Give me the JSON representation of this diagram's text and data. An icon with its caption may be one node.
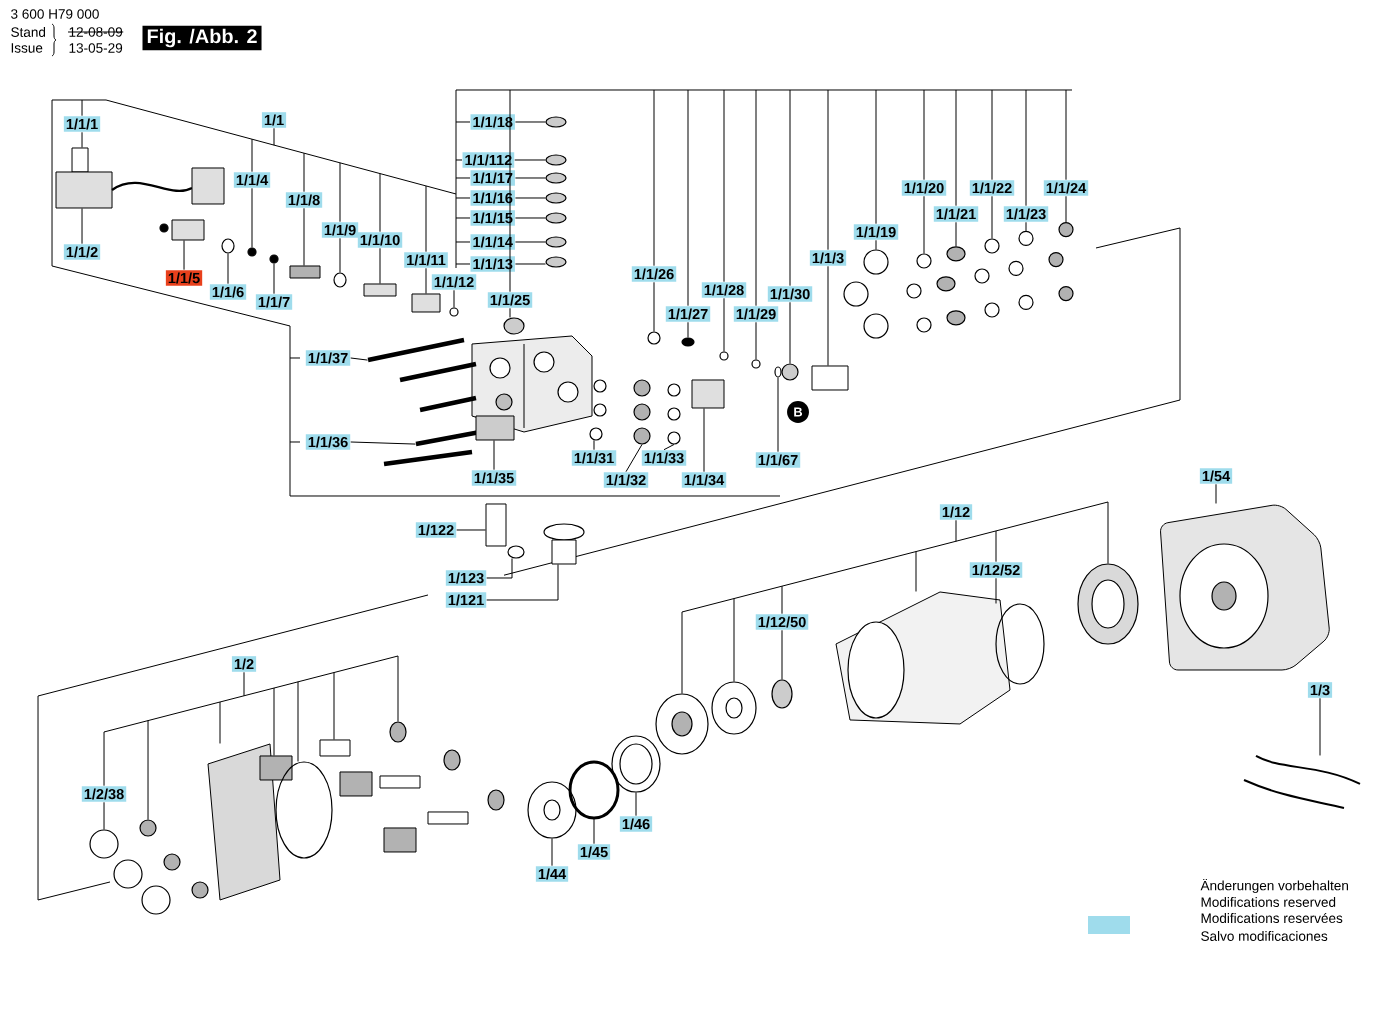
{
  "diagram": {
    "title": "Fig. /Abb. 2",
    "nodes": [
      {
        "text": [
          "1/1/1"
        ]
      },
      {
        "text": [
          "1/1"
        ]
      },
      {
        "text": [
          "1/1/4"
        ]
      },
      {
        "text": [
          "1/1/8"
        ]
      },
      {
        "text": [
          "1/1/9"
        ]
      },
      {
        "text": [
          "1/1/10"
        ]
      },
      {
        "text": [
          "1/1/11"
        ]
      },
      {
        "text": [
          "1/1/12"
        ]
      },
      {
        "text": [
          "1/1/2"
        ]
      },
      {
        "text": [
          "1/1/5"
        ]
      },
      {
        "text": [
          "1/1/6"
        ]
      },
      {
        "text": [
          "1/1/7"
        ]
      },
      {
        "text": [
          "1/1/18"
        ]
      },
      {
        "text": [
          "1/1/112"
        ]
      },
      {
        "text": [
          "1/1/17"
        ]
      },
      {
        "text": [
          "1/1/16"
        ]
      },
      {
        "text": [
          "1/1/15"
        ]
      },
      {
        "text": [
          "1/1/14"
        ]
      },
      {
        "text": [
          "1/1/13"
        ]
      },
      {
        "text": [
          "1/1/25"
        ]
      },
      {
        "text": [
          "1/1/26"
        ]
      },
      {
        "text": [
          "1/1/27"
        ]
      },
      {
        "text": [
          "1/1/28"
        ]
      },
      {
        "text": [
          "1/1/29"
        ]
      },
      {
        "text": [
          "1/1/30"
        ]
      },
      {
        "text": [
          "1/1/3"
        ]
      },
      {
        "text": [
          "1/1/19"
        ]
      },
      {
        "text": [
          "1/1/20"
        ]
      },
      {
        "text": [
          "1/1/21"
        ]
      },
      {
        "text": [
          "1/1/22"
        ]
      },
      {
        "text": [
          "1/1/23"
        ]
      },
      {
        "text": [
          "1/1/24"
        ]
      },
      {
        "text": [
          "1/1/37"
        ]
      },
      {
        "text": [
          "1/1/36"
        ]
      },
      {
        "text": [
          "1/1/35"
        ]
      },
      {
        "text": [
          "1/1/31"
        ]
      },
      {
        "text": [
          "1/1/32"
        ]
      },
      {
        "text": [
          "1/1/33"
        ]
      },
      {
        "text": [
          "1/1/34"
        ]
      },
      {
        "text": [
          "1/1/67"
        ]
      },
      {
        "text": [
          "1/122"
        ]
      },
      {
        "text": [
          "1/123"
        ]
      },
      {
        "text": [
          "1/121"
        ]
      },
      {
        "text": [
          "1/2"
        ]
      },
      {
        "text": [
          "1/2/38"
        ]
      },
      {
        "text": [
          "1/44"
        ]
      },
      {
        "text": [
          "1/45"
        ]
      },
      {
        "text": [
          "1/46"
        ]
      },
      {
        "text": [
          "1/12"
        ]
      },
      {
        "text": [
          "1/12/50"
        ]
      },
      {
        "text": [
          "1/12/52"
        ]
      },
      {
        "text": [
          "1/54"
        ]
      },
      {
        "text": [
          "1/3"
        ]
      },
      {
        "text": [],
        "shape": "picture"
      },
      {
        "text": [],
        "shape": "circle"
      },
      {
        "text": [],
        "shape": "box"
      },
      {
        "text": [],
        "shape": "circle"
      },
      {
        "text": [],
        "shape": "box"
      },
      {
        "text": [],
        "shape": "box"
      },
      {
        "text": [],
        "shape": "circle"
      },
      {
        "text": [],
        "shape": "box"
      },
      {
        "text": [],
        "shape": "circle"
      },
      {
        "text": [],
        "shape": "circle"
      },
      {
        "text": [],
        "shape": "circle"
      },
      {
        "text": [],
        "shape": "circle"
      },
      {
        "text": [],
        "shape": "circle"
      },
      {
        "text": [],
        "shape": "circle"
      },
      {
        "text": [],
        "shape": "circle"
      },
      {
        "text": [],
        "shape": "circle"
      },
      {
        "text": [],
        "shape": "circle"
      },
      {
        "text": [],
        "shape": "circle"
      },
      {
        "text": [],
        "shape": "circle"
      },
      {
        "text": [],
        "shape": "circle"
      },
      {
        "text": [],
        "shape": "circle"
      },
      {
        "text": [],
        "shape": "circle"
      },
      {
        "text": [],
        "shape": "circle"
      },
      {
        "text": [],
        "shape": "box"
      },
      {
        "text": [],
        "shape": "circle"
      },
      {
        "text": [],
        "shape": "circle"
      },
      {
        "text": [],
        "shape": "circle"
      },
      {
        "text": [],
        "shape": "circle"
      },
      {
        "text": [],
        "shape": "circle"
      },
      {
        "text": [],
        "shape": "circle"
      },
      {
        "text": [],
        "shape": "bar"
      },
      {
        "text": [],
        "shape": "bar"
      },
      {
        "text": [],
        "shape": "box"
      },
      {
        "text": [],
        "shape": "circle"
      },
      {
        "text": [],
        "shape": "circle"
      },
      {
        "text": [],
        "shape": "circle"
      },
      {
        "text": [],
        "shape": "box"
      },
      {
        "text": [],
        "shape": "circle"
      },
      {
        "text": [],
        "shape": "box"
      },
      {
        "text": [],
        "shape": "circle"
      },
      {
        "text": [],
        "shape": "picture"
      },
      {
        "text": [],
        "shape": "circle"
      },
      {
        "text": [],
        "shape": "picture"
      },
      {
        "text": [],
        "shape": "box"
      },
      {
        "text": [],
        "shape": "circle"
      },
      {
        "text": [],
        "shape": "box"
      },
      {
        "text": [],
        "shape": "circle"
      },
      {
        "text": [],
        "shape": "circle"
      },
      {
        "text": [],
        "shape": "picture"
      },
      {
        "text": [],
        "shape": "circle"
      },
      {
        "text": [],
        "shape": "picture"
      },
      {
        "text": [],
        "shape": "picture"
      },
      {
        "text": [],
        "shape": "picture"
      },
      {
        "text": [],
        "shape": "picture"
      },
      {
        "text": [],
        "shape": "picture"
      },
      {
        "text": [],
        "shape": "circle"
      },
      {
        "text": [],
        "shape": "circle"
      },
      {
        "text": [],
        "shape": "picture"
      },
      {
        "text": [],
        "shape": "picture"
      },
      {
        "text": [],
        "shape": "circle"
      },
      {
        "text": [],
        "shape": "picture"
      },
      {
        "text": [],
        "shape": "circle"
      },
      {
        "text": [],
        "shape": "circle"
      },
      {
        "text": [],
        "shape": "circle"
      },
      {
        "text": [],
        "shape": "circle"
      },
      {
        "text": [],
        "shape": "circle"
      },
      {
        "text": [],
        "shape": "circle"
      },
      {
        "text": [],
        "shape": "bar"
      },
      {
        "text": [],
        "shape": "bar"
      },
      {
        "text": [],
        "shape": "bar"
      },
      {
        "text": [],
        "shape": "circle"
      },
      {
        "text": [],
        "shape": "circle"
      },
      {
        "text": [],
        "shape": "circle"
      },
      {
        "text": [],
        "shape": "circle"
      },
      {
        "text": [],
        "shape": "circle"
      },
      {
        "text": [],
        "shape": "circle"
      },
      {
        "text": [],
        "shape": "circle"
      },
      {
        "text": [],
        "shape": "circle"
      },
      {
        "text": [],
        "shape": "circle"
      },
      {
        "text": [],
        "shape": "circle"
      },
      {
        "text": [],
        "shape": "circle"
      },
      {
        "text": [],
        "shape": "circle"
      },
      {
        "text": [],
        "shape": "circle"
      },
      {
        "text": [],
        "shape": "circle"
      },
      {
        "text": [],
        "shape": "circle"
      },
      {
        "text": [],
        "shape": "circle"
      },
      {
        "text": [],
        "shape": "box"
      },
      {
        "text": [],
        "shape": "box"
      },
      {
        "text": [],
        "shape": "box"
      },
      {
        "text": [],
        "shape": "box"
      },
      {
        "text": [],
        "shape": "circle"
      },
      {
        "text": [],
        "shape": "circle"
      }
    ],
    "edges": [
      {
        "from": 0,
        "to": 53,
        "arrow": "none"
      },
      {
        "from": 1,
        "to": null,
        "arrow": "none"
      },
      {
        "from": 2,
        "to": 54,
        "arrow": "none"
      },
      {
        "from": 3,
        "to": 55,
        "arrow": "none"
      },
      {
        "from": 4,
        "to": 56,
        "arrow": "none"
      },
      {
        "from": 5,
        "to": 57,
        "arrow": "none"
      },
      {
        "from": 6,
        "to": 58,
        "arrow": "none"
      },
      {
        "from": 7,
        "to": 59,
        "arrow": "none"
      },
      {
        "from": 8,
        "to": 53,
        "arrow": "none"
      },
      {
        "from": 9,
        "to": 60,
        "arrow": "none"
      },
      {
        "from": 10,
        "to": 61,
        "arrow": "none"
      },
      {
        "from": 11,
        "to": 62,
        "arrow": "none"
      },
      {
        "from": 12,
        "to": 63,
        "arrow": "none"
      },
      {
        "from": 13,
        "to": 64,
        "arrow": "none"
      },
      {
        "from": 14,
        "to": 65,
        "arrow": "none"
      },
      {
        "from": 15,
        "to": 66,
        "arrow": "none"
      },
      {
        "from": 16,
        "to": 67,
        "arrow": "none"
      },
      {
        "from": 17,
        "to": 68,
        "arrow": "none"
      },
      {
        "from": 18,
        "to": 69,
        "arrow": "none"
      },
      {
        "from": 19,
        "to": 70,
        "arrow": "none"
      },
      {
        "from": 20,
        "to": 71,
        "arrow": "none"
      },
      {
        "from": 21,
        "to": 72,
        "arrow": "none"
      },
      {
        "from": 22,
        "to": 73,
        "arrow": "none"
      },
      {
        "from": 23,
        "to": 74,
        "arrow": "none"
      },
      {
        "from": 24,
        "to": 75,
        "arrow": "none"
      },
      {
        "from": 25,
        "to": 76,
        "arrow": "none"
      },
      {
        "from": 26,
        "to": 77,
        "arrow": "none"
      },
      {
        "from": 27,
        "to": 78,
        "arrow": "none"
      },
      {
        "from": 28,
        "to": 79,
        "arrow": "none"
      },
      {
        "from": 29,
        "to": 80,
        "arrow": "none"
      },
      {
        "from": 30,
        "to": 81,
        "arrow": "none"
      },
      {
        "from": 31,
        "to": 82,
        "arrow": "none"
      },
      {
        "from": 32,
        "to": 83,
        "arrow": "none"
      },
      {
        "from": 33,
        "to": 84,
        "arrow": "none"
      },
      {
        "from": 34,
        "to": 85,
        "arrow": "none"
      },
      {
        "from": 35,
        "to": 86,
        "arrow": "none"
      },
      {
        "from": 36,
        "to": 87,
        "arrow": "none"
      },
      {
        "from": 37,
        "to": 88,
        "arrow": "none"
      },
      {
        "from": 38,
        "to": 89,
        "arrow": "none"
      },
      {
        "from": 39,
        "to": 90,
        "arrow": "none"
      },
      {
        "from": 40,
        "to": 91,
        "arrow": "none"
      },
      {
        "from": 41,
        "to": 92,
        "arrow": "none"
      },
      {
        "from": 42,
        "to": 93,
        "arrow": "none"
      },
      {
        "from": 43,
        "to": 94,
        "arrow": "none"
      },
      {
        "from": 43,
        "to": 95,
        "arrow": "none"
      },
      {
        "from": 43,
        "to": 96,
        "arrow": "none"
      },
      {
        "from": 43,
        "to": 97,
        "arrow": "none"
      },
      {
        "from": 43,
        "to": 98,
        "arrow": "none"
      },
      {
        "from": 43,
        "to": 99,
        "arrow": "none"
      },
      {
        "from": 44,
        "to": 100,
        "arrow": "none"
      },
      {
        "from": 45,
        "to": 101,
        "arrow": "none"
      },
      {
        "from": 46,
        "to": 102,
        "arrow": "none"
      },
      {
        "from": 47,
        "to": 103,
        "arrow": "none"
      },
      {
        "from": 48,
        "to": 104,
        "arrow": "none"
      },
      {
        "from": 48,
        "to": 105,
        "arrow": "none"
      },
      {
        "from": 48,
        "to": 106,
        "arrow": "none"
      },
      {
        "from": 48,
        "to": 107,
        "arrow": "none"
      },
      {
        "from": 49,
        "to": 108,
        "arrow": "none"
      },
      {
        "from": 50,
        "to": 109,
        "arrow": "none"
      },
      {
        "from": 51,
        "to": 110,
        "arrow": "none"
      },
      {
        "from": 52,
        "to": 111,
        "arrow": "none"
      },
      {
        "from": 43,
        "to": 44,
        "arrow": "none"
      },
      {
        "from": 48,
        "to": 49,
        "arrow": "none"
      },
      {
        "from": 48,
        "to": 50,
        "arrow": "none"
      }
    ],
    "labels": [
      "3 600 H79 000",
      "Stand",
      "12-08-09",
      "Issue",
      "13-05-29",
      "B",
      "Änderungen vorbehalten",
      "Modifications reserved",
      "Modifications reservées",
      "Salvo modificaciones"
    ]
  }
}
